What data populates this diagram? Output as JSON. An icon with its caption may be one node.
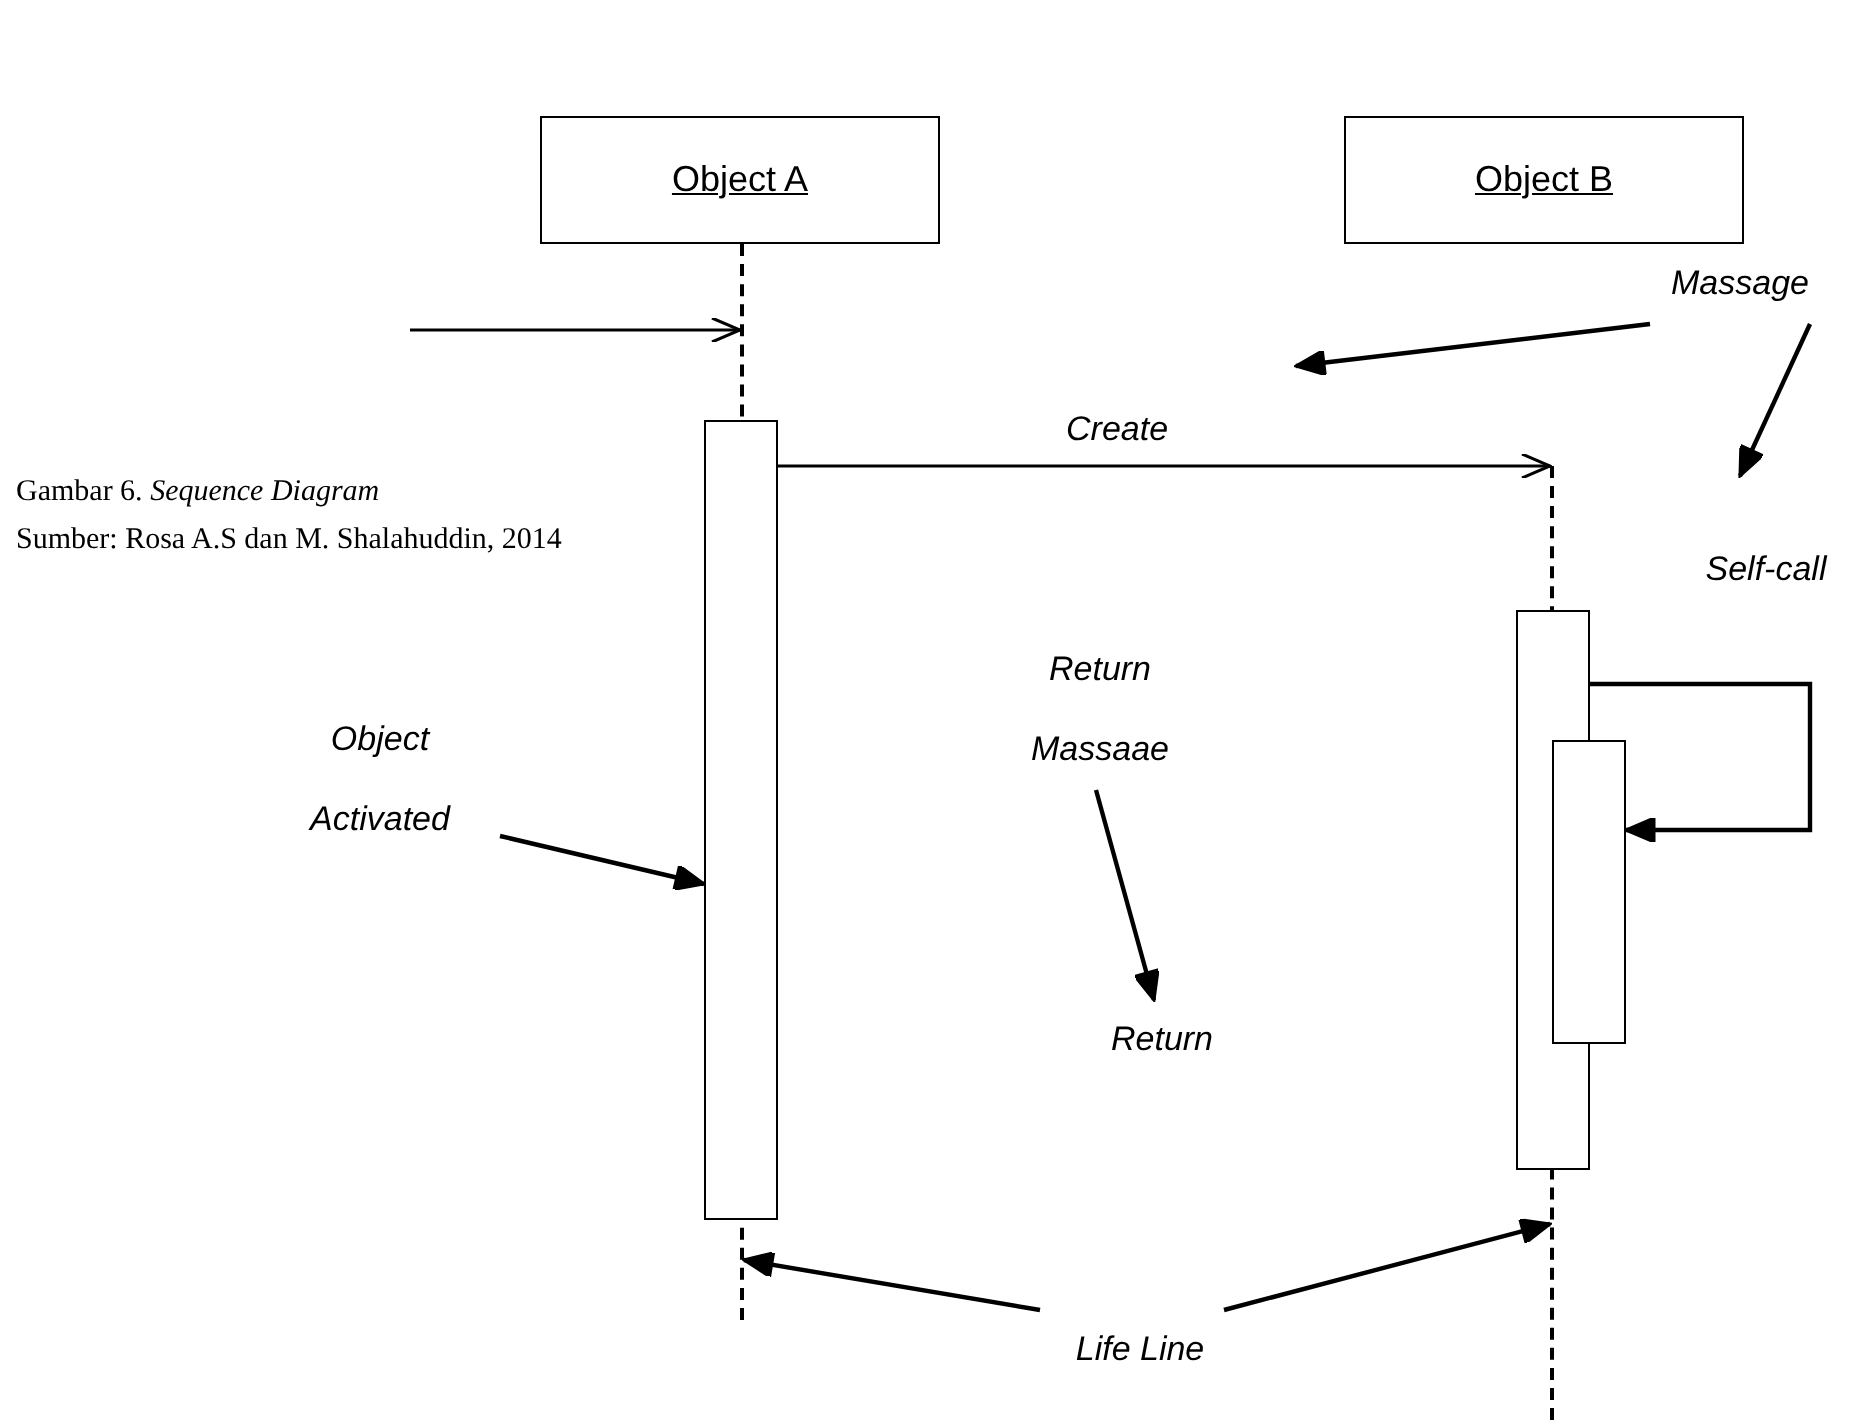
{
  "diagram": {
    "caption": "Gambar 6.  *Sequence Diagram*",
    "nodes": [
      {
        "text": [
          "Object A"
        ]
      },
      {
        "text": [
          "Object B"
        ]
      },
      {
        "text": [],
        "shape": "line"
      },
      {
        "text": [],
        "shape": "line"
      },
      {
        "text": [],
        "shape": "box"
      },
      {
        "text": [],
        "shape": "box"
      },
      {
        "text": [],
        "shape": "box"
      },
      {
        "text": [
          "Massage"
        ]
      },
      {
        "text": [
          "Self-call"
        ]
      },
      {
        "text": [
          "Return Massaae"
        ]
      },
      {
        "text": [
          "Return"
        ]
      },
      {
        "text": [
          "Object Activated"
        ]
      },
      {
        "text": [
          "Life Line"
        ]
      }
    ],
    "edges": [
      {
        "from": null,
        "to": 2,
        "arrow": "to"
      },
      {
        "from": 4,
        "to": 3,
        "arrow": "to",
        "label": "Create"
      },
      {
        "from": 5,
        "to": 6,
        "arrow": "to"
      },
      {
        "from": 7,
        "to": null,
        "arrow": "to"
      },
      {
        "from": 7,
        "to": null,
        "arrow": "to"
      },
      {
        "from": 9,
        "to": 10,
        "arrow": "to"
      },
      {
        "from": 11,
        "to": 4,
        "arrow": "to"
      },
      {
        "from": 12,
        "to": 2,
        "arrow": "to"
      },
      {
        "from": 12,
        "to": 3,
        "arrow": "to"
      }
    ],
    "labels": [
      "Sumber: Rosa A.S dan M. Shalahuddin, 2014"
    ]
  }
}
